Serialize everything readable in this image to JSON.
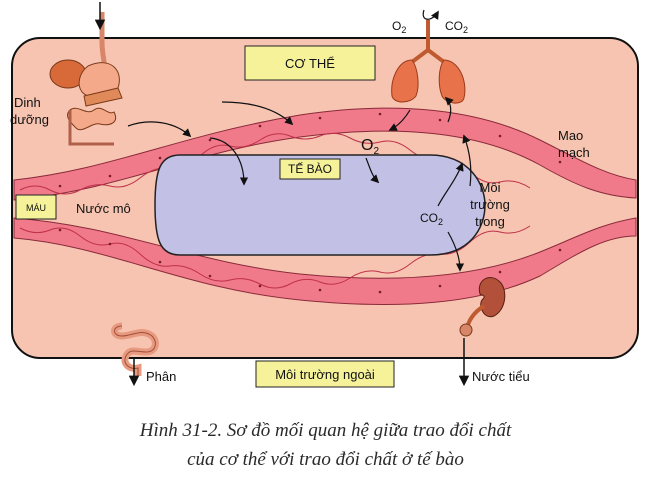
{
  "diagram": {
    "labels": {
      "body": "CƠ THỂ",
      "cell": "TẾ BÀO",
      "blood": "MÁU",
      "tissue_fluid": "Nước mô",
      "nutrition": "Dinh dưỡng",
      "capillary": "Mao mạch",
      "internal_env": "Môi trường trong",
      "external_env": "Môi trường ngoài",
      "feces": "Phân",
      "urine": "Nước tiểu",
      "o2": "O",
      "co2": "CO",
      "sub2": "2"
    },
    "caption": {
      "line1": "Hình 31-2. Sơ đồ mối quan hệ giữa trao đổi chất",
      "line2": "của cơ thể với trao đổi chất ở tế bào"
    },
    "colors": {
      "body": "#f6c4b0",
      "body_border": "#111111",
      "vessel": "#f07a8a",
      "vessel_wave": "#c0304a",
      "cell": "#c3c0e6",
      "label_box": "#f5f29a",
      "lung": "#e8724a",
      "organ": "#f4a98a",
      "liver": "#d86a3a",
      "kidney": "#b2503a",
      "text": "#111111"
    },
    "icons": [
      "lungs-icon",
      "digestive-system-icon",
      "intestine-icon",
      "kidney-icon"
    ]
  }
}
